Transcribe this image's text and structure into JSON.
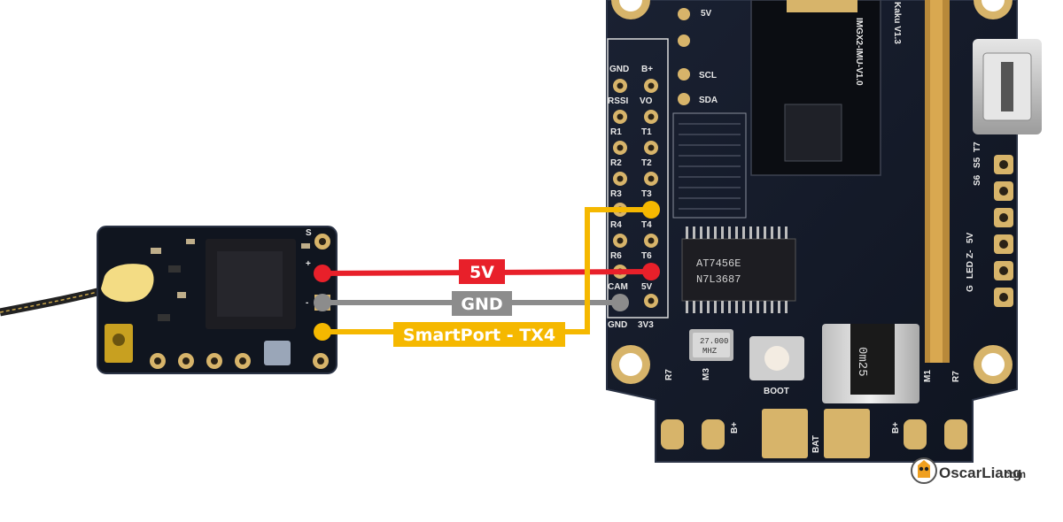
{
  "wires": [
    {
      "label": "5V",
      "color": "#e8202a"
    },
    {
      "label": "GND",
      "color": "#8c8c8c"
    },
    {
      "label": "SmartPort - TX4",
      "color": "#f5b800"
    }
  ],
  "fc_board": {
    "pins_left": [
      "GND",
      "RSSI",
      "R1",
      "R2",
      "R3",
      "R4",
      "R6",
      "CAM",
      "GND"
    ],
    "pins_right": [
      "B+",
      "VO",
      "T1",
      "T2",
      "T3",
      "T4",
      "T6",
      "5V",
      "3V3"
    ],
    "top_labels": {
      "scl": "SCL",
      "sda": "SDA",
      "v": "5V"
    },
    "mcu_text": [
      "AT7456E",
      "N7L3687"
    ],
    "crystal": [
      "27.000",
      "MHZ"
    ],
    "boot_label": "BOOT",
    "shunt_label": "0m25",
    "imu_label": "IMGX2-IMU-V1.0",
    "version_label": "Kaku V1.3",
    "side_labels": [
      "G",
      "LED",
      "Z-",
      "5V",
      "S6",
      "S5",
      "T7",
      "M3",
      "R7",
      "M1",
      "R7",
      "B+",
      "BAT",
      "B+"
    ]
  },
  "receiver": {
    "markings": [
      "+",
      "-",
      "S"
    ]
  },
  "watermark": {
    "text": "OscarLiang",
    "suffix": ".com"
  },
  "colors": {
    "pcb": "#121826",
    "pad": "#d7b46a",
    "pad_inner": "#2a2216",
    "antenna_glue": "#f3dc84"
  }
}
